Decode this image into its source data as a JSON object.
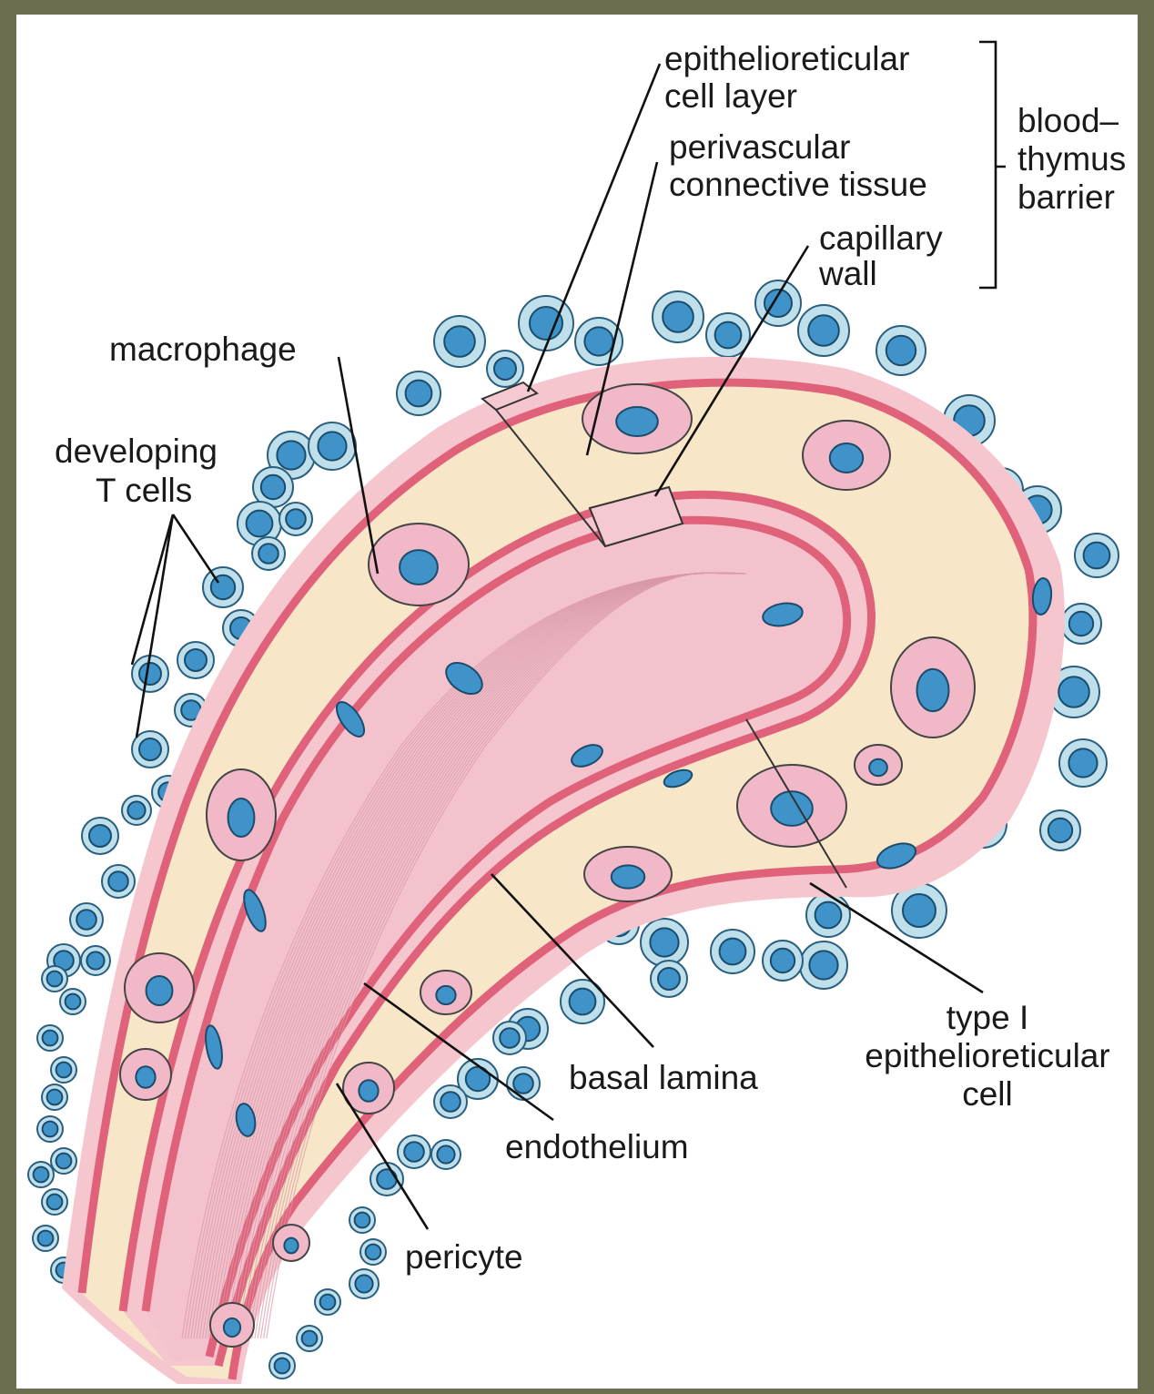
{
  "diagram": {
    "colors": {
      "frame": "#6b6f4f",
      "panel": "#ffffff",
      "outer_layer": "#f6c6cf",
      "membrane": "#e0627a",
      "connective_tissue": "#f8e6c8",
      "lumen": "#f3c2cc",
      "nucleus": "#3f93c9",
      "t_cell_outer": "#bfe0ea"
    },
    "labels": {
      "epithelioreticular_layer": [
        "epithelioreticular",
        "cell layer"
      ],
      "perivascular": [
        "perivascular",
        "connective tissue"
      ],
      "capillary_wall": [
        "capillary",
        "wall"
      ],
      "barrier": [
        "blood–",
        "thymus",
        "barrier"
      ],
      "macrophage": "macrophage",
      "developing_t_cells": [
        "developing",
        "T cells"
      ],
      "basal_lamina": "basal lamina",
      "type_i_cell": [
        "type I",
        "epithelioreticular",
        "cell"
      ],
      "endothelium": "endothelium",
      "pericyte": "pericyte"
    }
  }
}
